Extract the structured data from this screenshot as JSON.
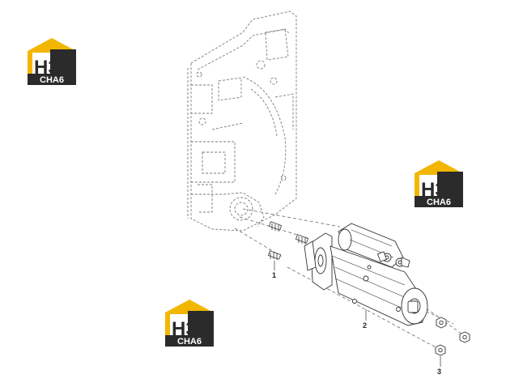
{
  "logos": [
    {
      "mark": "H3",
      "word": "CHA6"
    },
    {
      "mark": "H3",
      "word": "CHA6"
    },
    {
      "mark": "H3",
      "word": "CHA6"
    }
  ],
  "callouts": [
    {
      "label": "1"
    },
    {
      "label": "2"
    },
    {
      "label": "3"
    }
  ],
  "colors": {
    "logo_yellow": "#f2b600",
    "logo_dark": "#2b2b2b",
    "line": "#6a6a6a"
  }
}
